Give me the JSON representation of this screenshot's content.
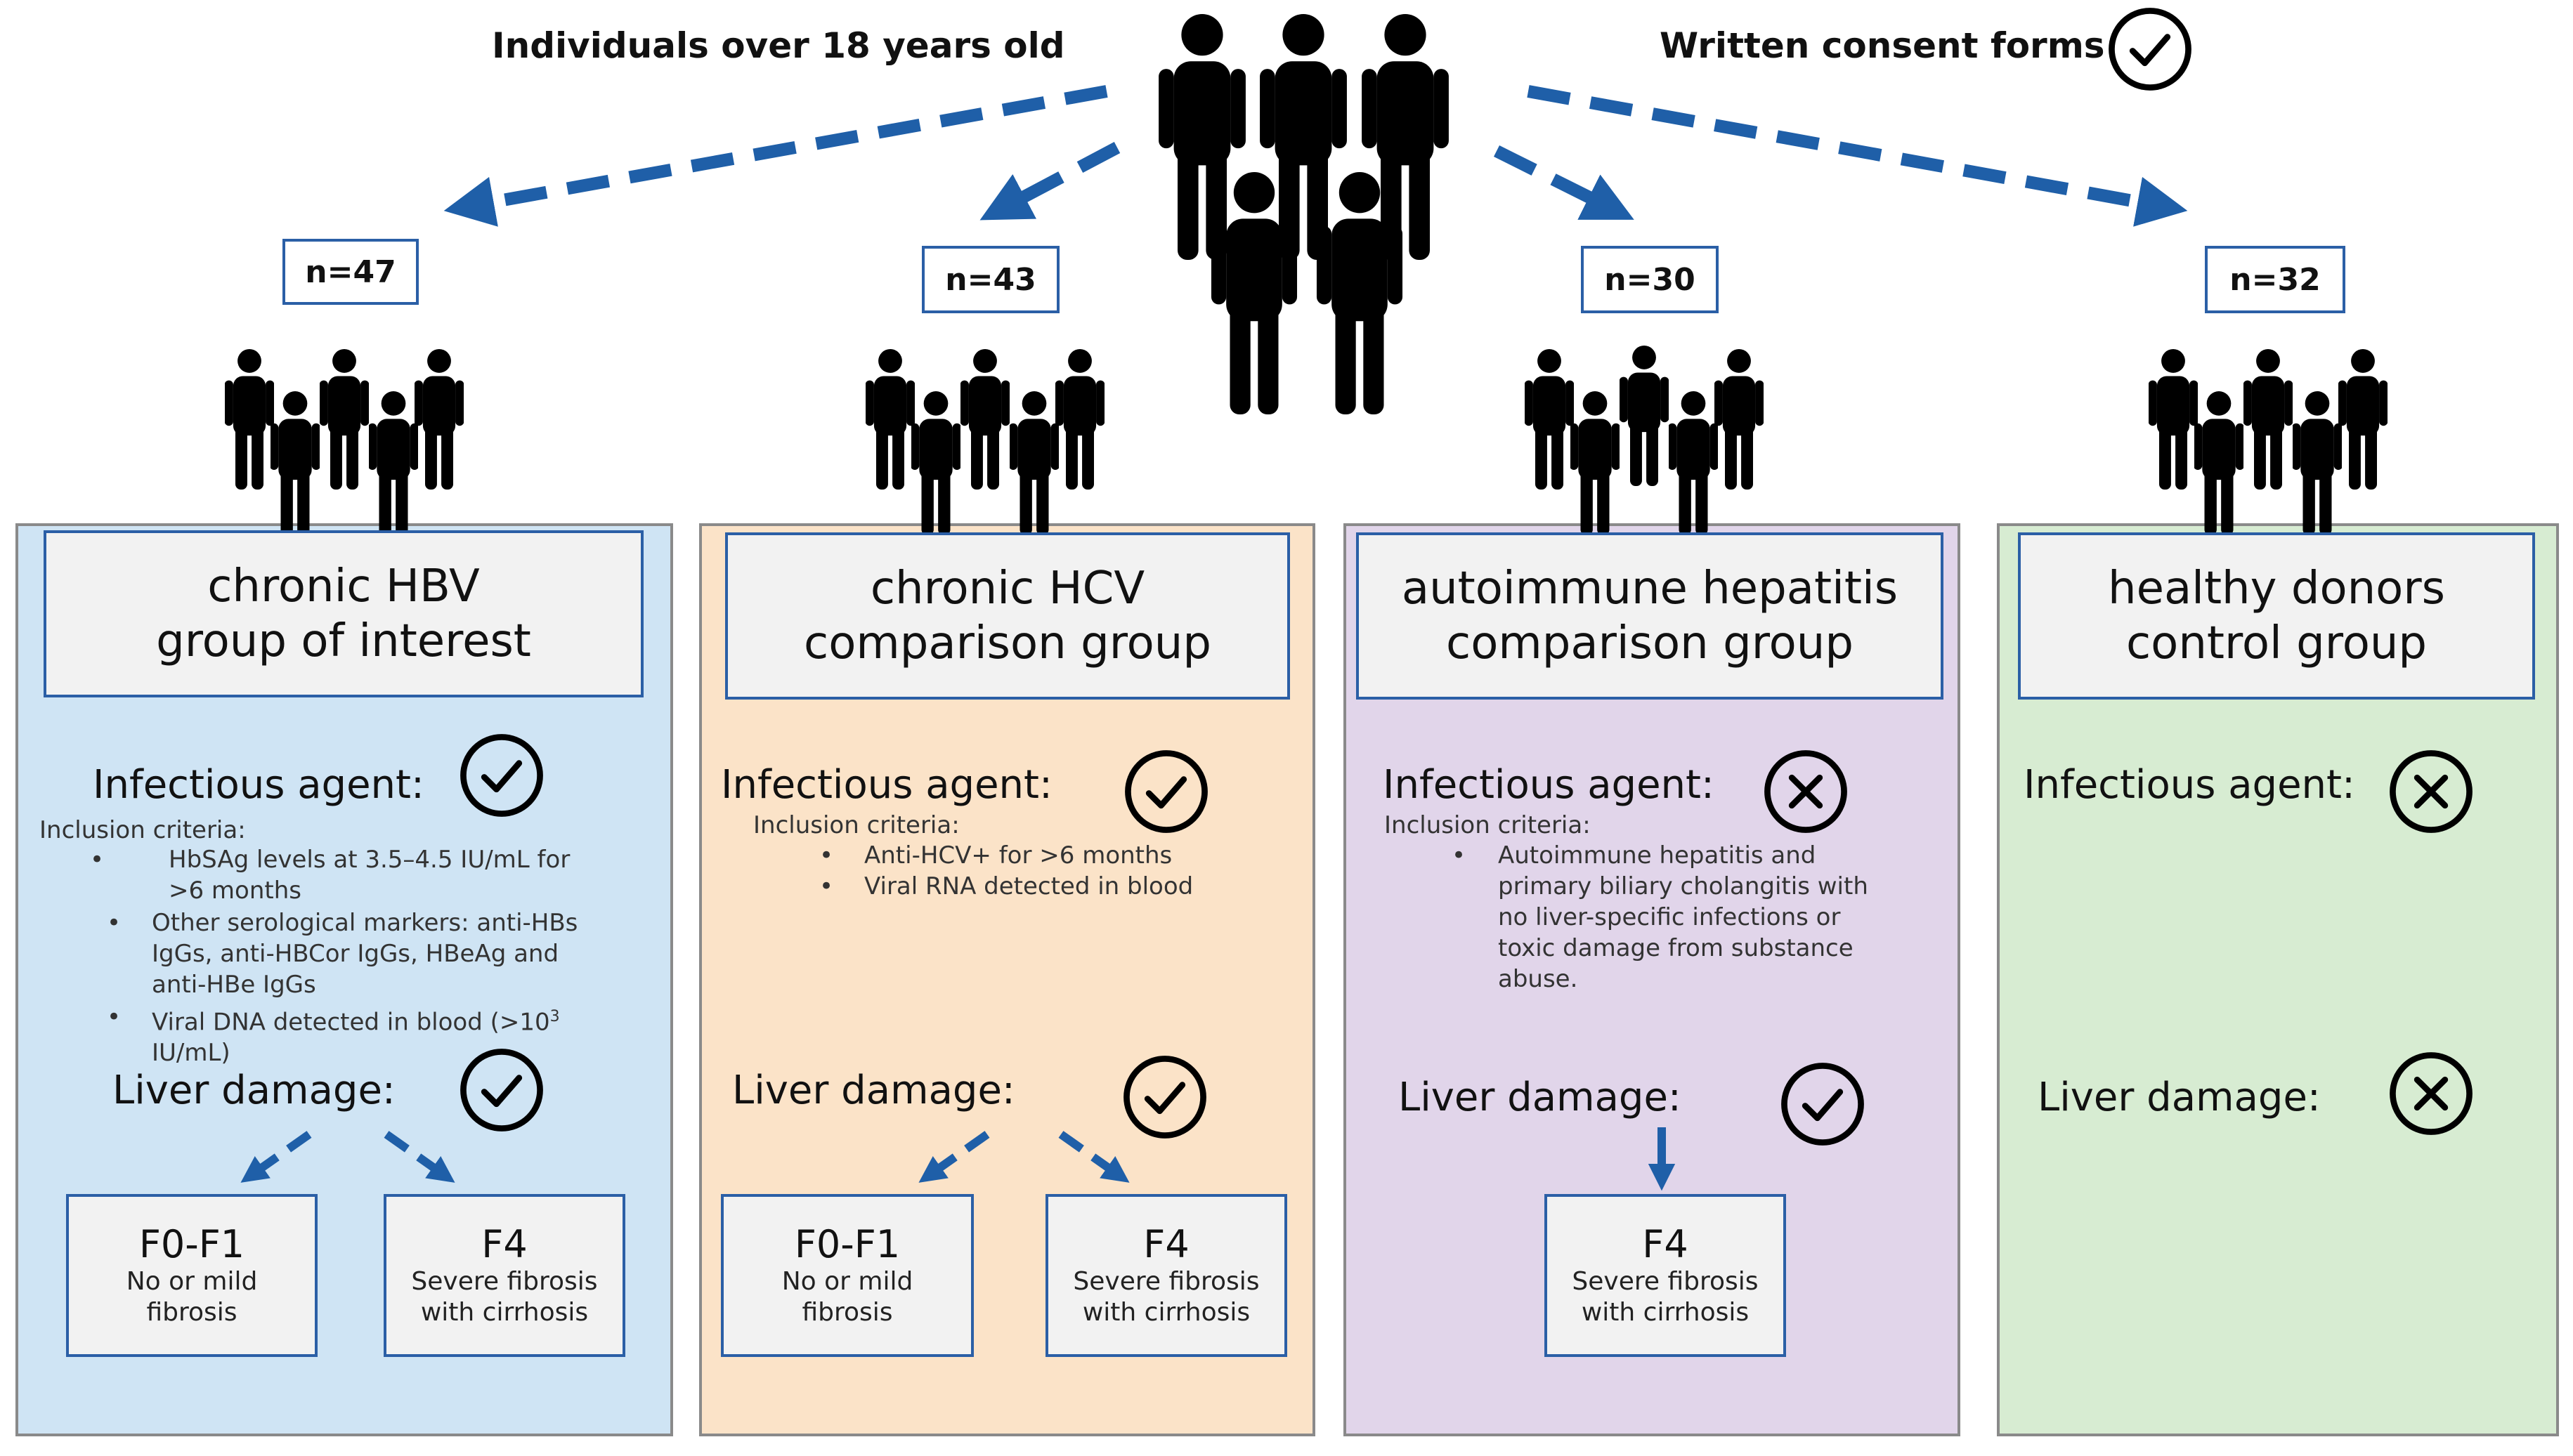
{
  "header": {
    "left_label": "Individuals over 18 years old",
    "right_label": "Written consent forms"
  },
  "colors": {
    "arrow": "#1f5fa8",
    "box_border": "#2b5fa6",
    "panel_hbv": "#cfe4f4",
    "panel_hcv": "#fbe3c8",
    "panel_aih": "#e1d5ea",
    "panel_healthy": "#d7ecd2"
  },
  "groups": [
    {
      "n": "n=47",
      "title_line1": "chronic HBV",
      "title_line2": "group of interest",
      "infectious_label": "Infectious agent:",
      "infectious_icon": "check-circle-icon",
      "criteria_label": "Inclusion criteria:",
      "criteria": [
        "HbSAg levels at 3.5–4.5 IU/mL for >6 months",
        "Other serological markers: anti-HBs IgGs, anti-HBCor IgGs, HBeAg and anti-HBe IgGs",
        "Viral DNA detected in blood (>10",
        "3",
        " IU/mL)"
      ],
      "liver_label": "Liver damage:",
      "liver_icon": "check-circle-icon",
      "stages": [
        {
          "code": "F0-F1",
          "desc_line1": "No or mild",
          "desc_line2": "fibrosis"
        },
        {
          "code": "F4",
          "desc_line1": "Severe fibrosis",
          "desc_line2": "with cirrhosis"
        }
      ]
    },
    {
      "n": "n=43",
      "title_line1": "chronic HCV",
      "title_line2": "comparison group",
      "infectious_label": "Infectious agent:",
      "infectious_icon": "check-circle-icon",
      "criteria_label": "Inclusion criteria:",
      "criteria": [
        "Anti-HCV+ for >6 months",
        "Viral RNA detected in blood"
      ],
      "liver_label": "Liver damage:",
      "liver_icon": "check-circle-icon",
      "stages": [
        {
          "code": "F0-F1",
          "desc_line1": "No or mild",
          "desc_line2": "fibrosis"
        },
        {
          "code": "F4",
          "desc_line1": "Severe fibrosis",
          "desc_line2": "with cirrhosis"
        }
      ]
    },
    {
      "n": "n=30",
      "title_line1": "autoimmune hepatitis",
      "title_line2": "comparison group",
      "infectious_label": "Infectious agent:",
      "infectious_icon": "x-circle-icon",
      "criteria_label": "Inclusion criteria:",
      "criteria": [
        "Autoimmune hepatitis and primary biliary cholangitis with no liver-specific infections or toxic damage from substance abuse."
      ],
      "liver_label": "Liver damage:",
      "liver_icon": "check-circle-icon",
      "stages": [
        {
          "code": "F4",
          "desc_line1": "Severe fibrosis",
          "desc_line2": "with cirrhosis"
        }
      ]
    },
    {
      "n": "n=32",
      "title_line1": "healthy donors",
      "title_line2": "control group",
      "infectious_label": "Infectious agent:",
      "infectious_icon": "x-circle-icon",
      "liver_label": "Liver damage:",
      "liver_icon": "x-circle-icon"
    }
  ]
}
